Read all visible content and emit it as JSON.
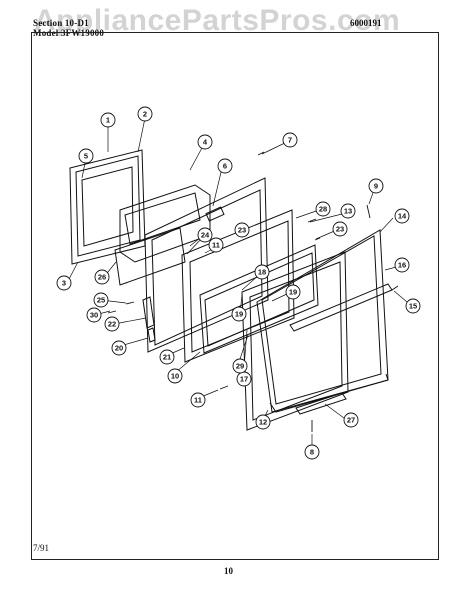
{
  "header": {
    "section_line": "Section 10-D1",
    "model_line": "Model 3FW19000",
    "form_line": "6000191"
  },
  "watermark": "AppliancePartsPros.com",
  "footer": {
    "date": "7/91",
    "page_number": "10"
  },
  "callouts": [
    "1",
    "2",
    "3",
    "4",
    "5",
    "6",
    "7",
    "8",
    "9",
    "10",
    "11",
    "12",
    "13",
    "14",
    "15",
    "16",
    "17",
    "18",
    "19",
    "20",
    "21",
    "22",
    "23",
    "24",
    "25",
    "26",
    "27",
    "28",
    "29",
    "30"
  ],
  "callout_labels": {
    "c1": "1",
    "c2": "2",
    "c3": "3",
    "c4": "4",
    "c5": "5",
    "c6": "6",
    "c7": "7",
    "c8": "8",
    "c9": "9",
    "c10": "10",
    "c11a": "11",
    "c11b": "11",
    "c12": "12",
    "c13": "13",
    "c14": "14",
    "c15": "15",
    "c16": "16",
    "c17": "17",
    "c18": "18",
    "c19a": "19",
    "c19b": "19",
    "c20": "20",
    "c21": "21",
    "c22": "22",
    "c23a": "23",
    "c23b": "23",
    "c24": "24",
    "c25": "25",
    "c26": "26",
    "c27": "27",
    "c28": "28",
    "c29": "29",
    "c30": "30"
  },
  "colors": {
    "ink": "#111111",
    "paper": "#ffffff"
  }
}
